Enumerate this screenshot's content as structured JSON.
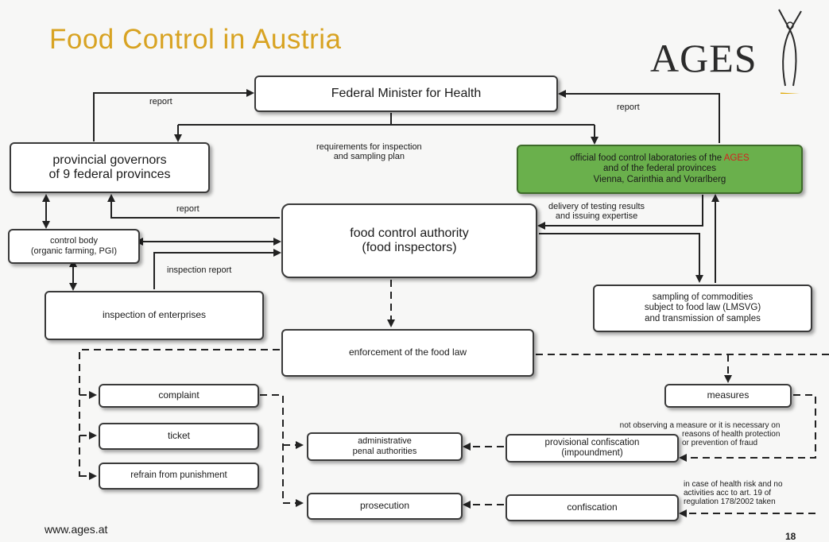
{
  "title": "Food Control in Austria",
  "logo": {
    "text": "AGES"
  },
  "boxes": {
    "minister": "Federal Minister for Health",
    "governors_l1": "provincial governors",
    "governors_l2": "of 9 federal provinces",
    "labs_l1_a": "official food control laboratories of the ",
    "labs_l1_b": "AGES",
    "labs_l2": "and of the federal provinces",
    "labs_l3": "Vienna, Carinthia and Vorarlberg",
    "authority_l1": "food control authority",
    "authority_l2": "(food inspectors)",
    "control_body_l1": "control body",
    "control_body_l2": "(organic farming, PGI)",
    "inspection": "inspection of enterprises",
    "sampling_l1": "sampling of commodities",
    "sampling_l2": "subject to food law (LMSVG)",
    "sampling_l3": "and transmission of samples",
    "enforcement": "enforcement of the food law",
    "complaint": "complaint",
    "ticket": "ticket",
    "refrain": "refrain from punishment",
    "measures": "measures",
    "admin_l1": "administrative",
    "admin_l2": "penal authorities",
    "provisional_l1": "provisional confiscation",
    "provisional_l2": "(impoundment)",
    "prosecution": "prosecution",
    "confiscation": "confiscation"
  },
  "labels": {
    "report_left": "report",
    "report_right": "report",
    "requirements_l1": "requirements for inspection",
    "requirements_l2": "and sampling plan",
    "report_mid": "report",
    "delivery_l1": "delivery of testing results",
    "delivery_l2": "and issuing expertise",
    "inspection_report": "inspection report",
    "not_observing_l1": "not observing a measure or it is necessary on",
    "not_observing_l2": "reasons of health protection",
    "not_observing_l3": "or prevention of fraud",
    "health_risk_l1": "in case of health risk and no",
    "health_risk_l2": "activities acc to art. 19 of",
    "health_risk_l3": "regulation 178/2002 taken"
  },
  "footer": {
    "url": "www.ages.at",
    "page_number": "18"
  },
  "colors": {
    "title": "#d8a322",
    "green_box": "#6ab04c",
    "ages_red": "#d42020",
    "logo_accent": "#e0a800"
  }
}
